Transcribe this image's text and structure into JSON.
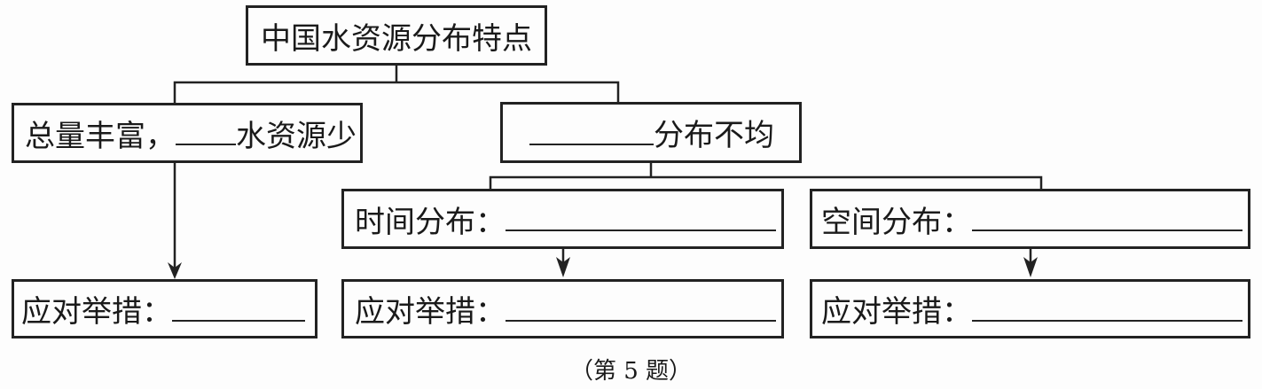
{
  "root": {
    "label": "中国水资源分布特点"
  },
  "branch_left": {
    "prefix": "总量丰富，",
    "suffix": "水资源少",
    "measure": "应对举措："
  },
  "branch_right": {
    "suffix": "分布不均",
    "time": {
      "label": "时间分布：",
      "measure": "应对举措："
    },
    "space": {
      "label": "空间分布：",
      "measure": "应对举措："
    }
  },
  "caption": "（第 5 题）"
}
